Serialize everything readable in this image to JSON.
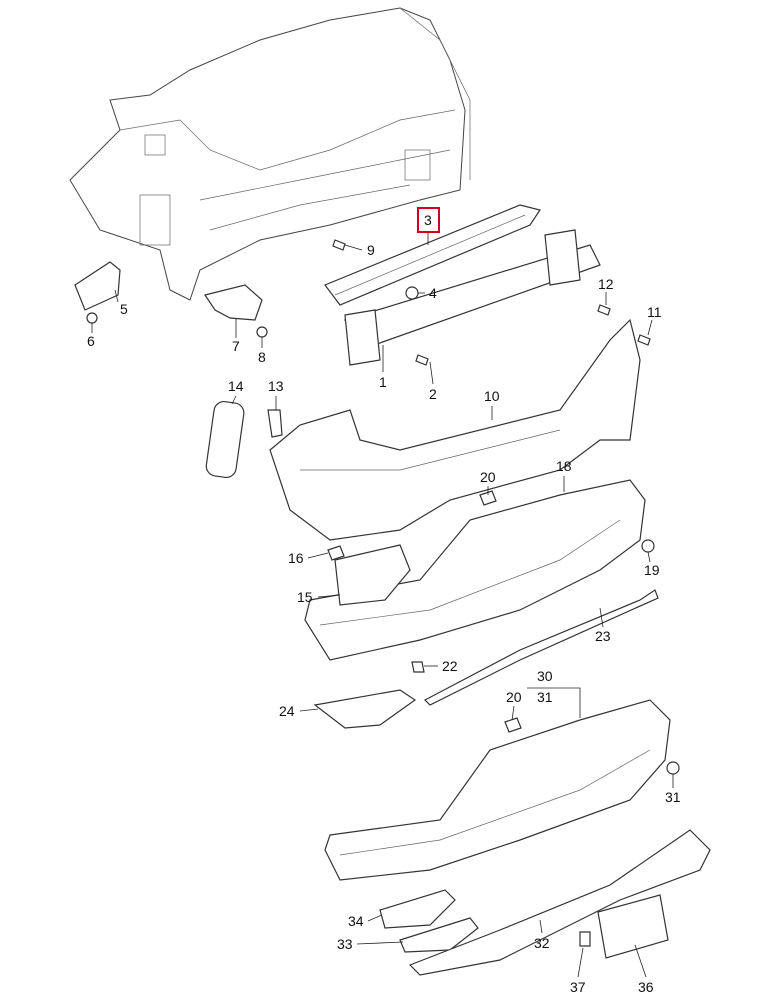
{
  "diagram": {
    "highlight_color": "#d0021b",
    "highlighted_part": "3",
    "callouts": [
      {
        "id": "c3",
        "label": "3"
      },
      {
        "id": "c9",
        "label": "9"
      },
      {
        "id": "c4",
        "label": "4"
      },
      {
        "id": "c5",
        "label": "5"
      },
      {
        "id": "c6",
        "label": "6"
      },
      {
        "id": "c7",
        "label": "7"
      },
      {
        "id": "c8",
        "label": "8"
      },
      {
        "id": "c1",
        "label": "1"
      },
      {
        "id": "c2",
        "label": "2"
      },
      {
        "id": "c12",
        "label": "12"
      },
      {
        "id": "c11",
        "label": "11"
      },
      {
        "id": "c14",
        "label": "14"
      },
      {
        "id": "c13",
        "label": "13"
      },
      {
        "id": "c10",
        "label": "10"
      },
      {
        "id": "c20a",
        "label": "20"
      },
      {
        "id": "c18",
        "label": "18"
      },
      {
        "id": "c16",
        "label": "16"
      },
      {
        "id": "c19",
        "label": "19"
      },
      {
        "id": "c15",
        "label": "15"
      },
      {
        "id": "c23",
        "label": "23"
      },
      {
        "id": "c22",
        "label": "22"
      },
      {
        "id": "c30",
        "label": "30"
      },
      {
        "id": "c31a",
        "label": "31"
      },
      {
        "id": "c20b",
        "label": "20"
      },
      {
        "id": "c24",
        "label": "24"
      },
      {
        "id": "c31b",
        "label": "31"
      },
      {
        "id": "c34",
        "label": "34"
      },
      {
        "id": "c33",
        "label": "33"
      },
      {
        "id": "c32",
        "label": "32"
      },
      {
        "id": "c37",
        "label": "37"
      },
      {
        "id": "c36",
        "label": "36"
      }
    ]
  }
}
